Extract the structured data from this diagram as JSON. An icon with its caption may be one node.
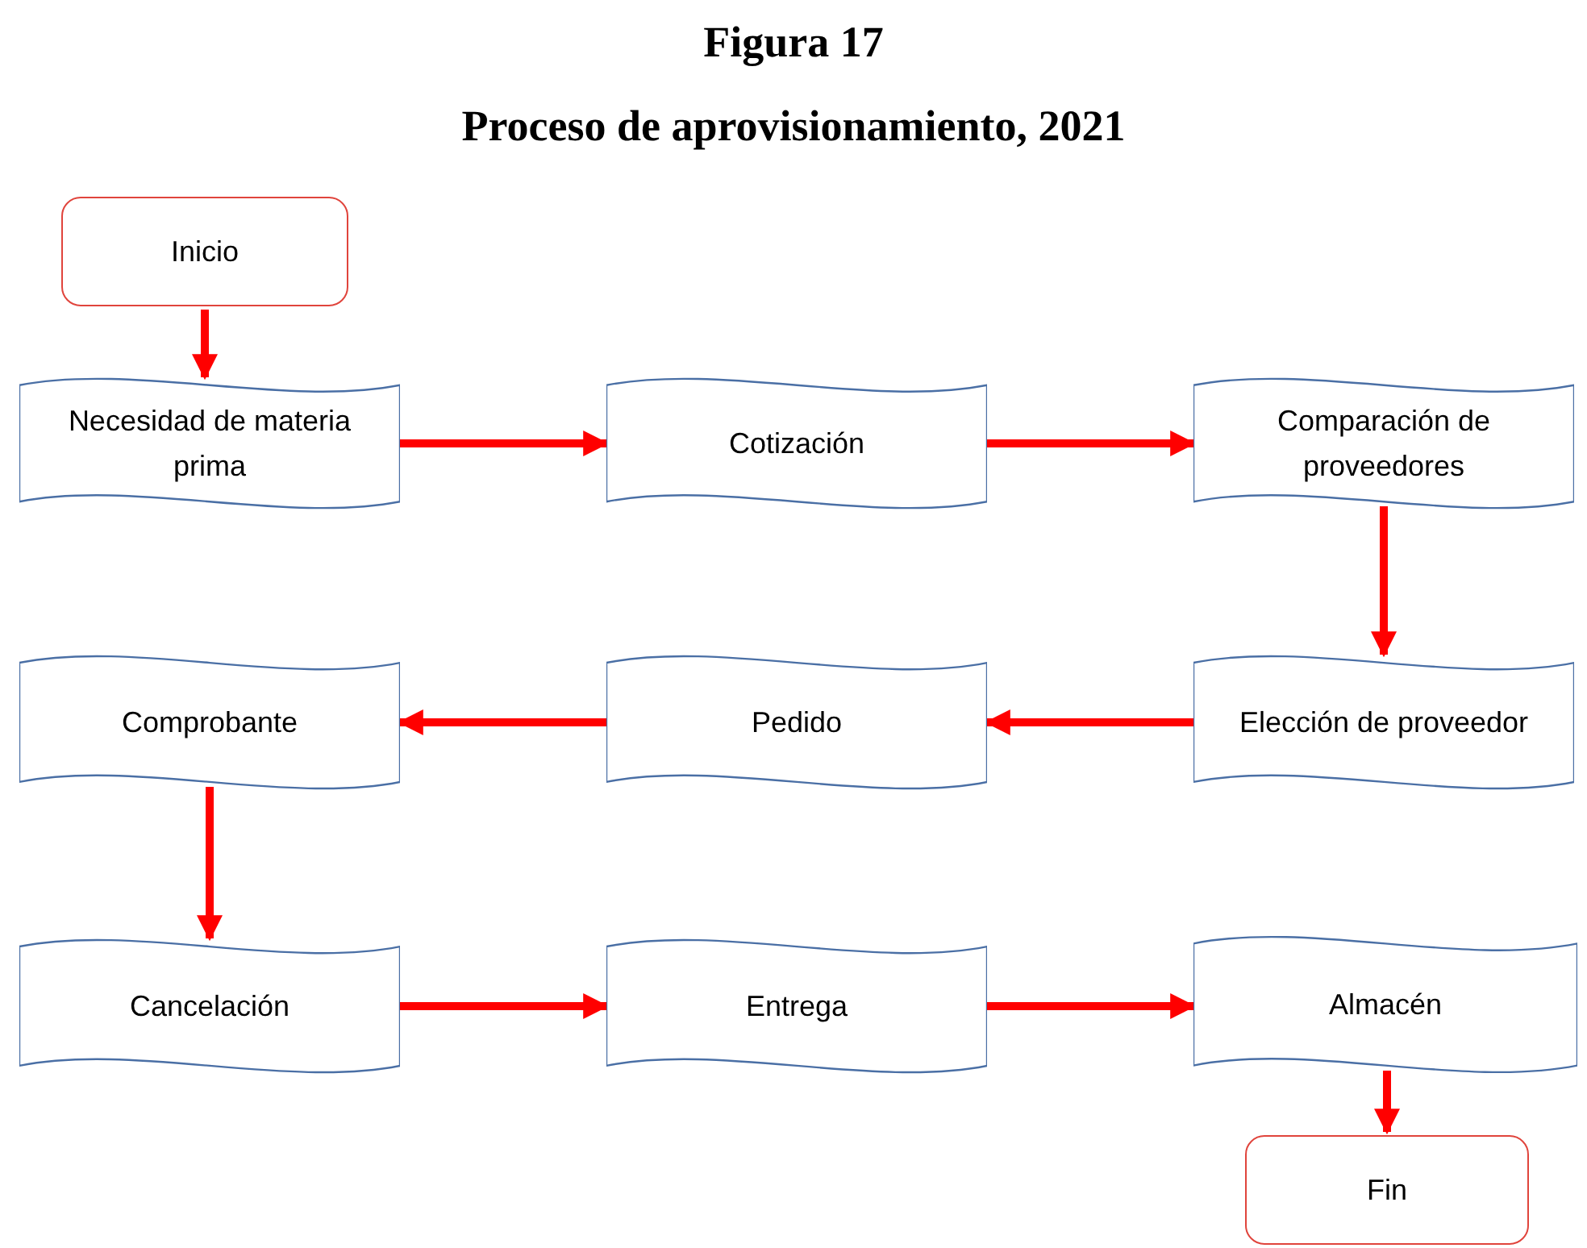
{
  "diagram": {
    "title": "Figura 17",
    "caption": "Proceso de aprovisionamiento, 2021",
    "nodes": [
      {
        "text": [
          "Inicio"
        ]
      },
      {
        "text": [
          "Necesidad de materia prima"
        ]
      },
      {
        "text": [
          "Cotización"
        ]
      },
      {
        "text": [
          "Comparación de proveedores"
        ]
      },
      {
        "text": [
          "Comprobante"
        ]
      },
      {
        "text": [
          "Pedido"
        ]
      },
      {
        "text": [
          "Elección de proveedor"
        ]
      },
      {
        "text": [
          "Cancelación"
        ]
      },
      {
        "text": [
          "Entrega"
        ]
      },
      {
        "text": [
          "Almacén"
        ]
      },
      {
        "text": [
          "Fin"
        ]
      }
    ],
    "edges": [
      {
        "from": 0,
        "to": 1,
        "arrow": "to"
      },
      {
        "from": 1,
        "to": 2,
        "arrow": "to"
      },
      {
        "from": 2,
        "to": 3,
        "arrow": "to"
      },
      {
        "from": 3,
        "to": 6,
        "arrow": "to"
      },
      {
        "from": 6,
        "to": 5,
        "arrow": "to"
      },
      {
        "from": 5,
        "to": 4,
        "arrow": "to"
      },
      {
        "from": 4,
        "to": 7,
        "arrow": "to"
      },
      {
        "from": 7,
        "to": 8,
        "arrow": "to"
      },
      {
        "from": 8,
        "to": 9,
        "arrow": "to"
      },
      {
        "from": 9,
        "to": 10,
        "arrow": "to"
      }
    ]
  }
}
